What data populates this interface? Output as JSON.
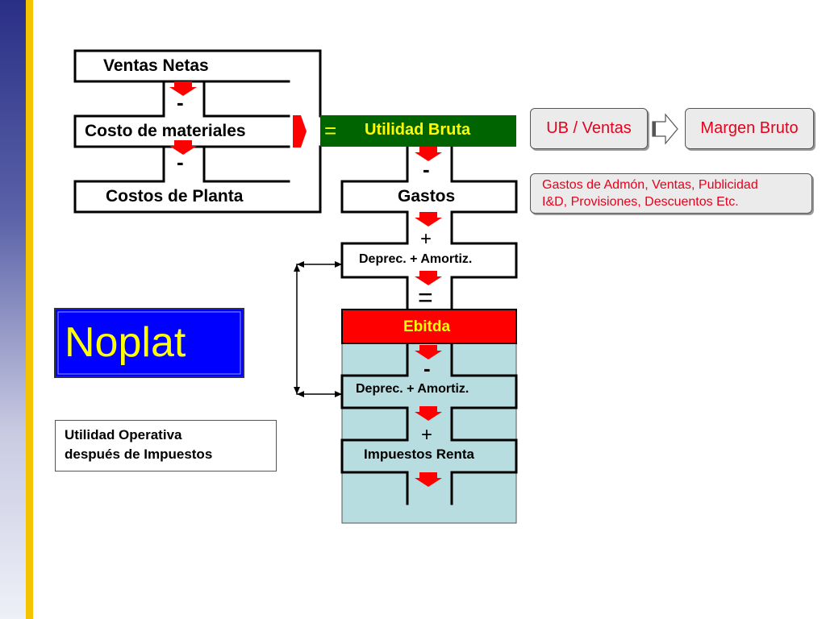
{
  "flow": {
    "ventas_netas": "Ventas  Netas",
    "minus_1": "-",
    "costo_materiales": "Costo de materiales",
    "minus_2": "-",
    "costos_planta": "Costos de Planta",
    "equals_1": "=",
    "utilidad_bruta": "Utilidad Bruta",
    "minus_3": "-",
    "gastos": "Gastos",
    "plus_1": "+",
    "deprec_amortiz_1": "Deprec. + Amortiz.",
    "equals_2": "=",
    "ebitda": "Ebitda",
    "minus_4": "-",
    "deprec_amortiz_2": "Deprec. +  Amortiz.",
    "plus_2": "+",
    "impuestos_renta": "Impuestos Renta"
  },
  "ratio": {
    "ub_ventas": "UB / Ventas",
    "margen_bruto": "Margen Bruto"
  },
  "gastos_note": {
    "line1": "Gastos de Admón, Ventas, Publicidad",
    "line2": "I&D, Provisiones, Descuentos  Etc."
  },
  "noplat": {
    "title": "Noplat",
    "definition_line1": "Utilidad Operativa",
    "definition_line2": "después de Impuestos"
  },
  "colors": {
    "utilidad_bruta_bg": "#006400",
    "ebitda_bg": "#ff0000",
    "lower_panel_bg": "#b7dde1",
    "noplat_bg": "#0000ff",
    "noplat_text": "#ffff00",
    "arrow_red": "#ff0000",
    "note_text": "#e8001c"
  }
}
